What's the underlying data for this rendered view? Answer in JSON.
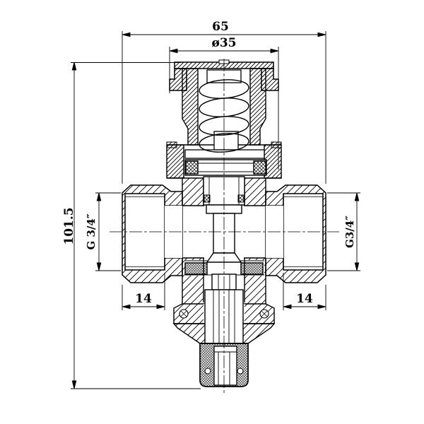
{
  "drawing": {
    "dimensions": {
      "width_total": "65",
      "cap_diameter": "ø35",
      "height_total": "101.5",
      "thread_left": "G 3/4″",
      "thread_right": "G3/4″",
      "depth_left": "14",
      "depth_right": "14"
    },
    "colors": {
      "line": "#000000",
      "background": "#ffffff"
    }
  }
}
